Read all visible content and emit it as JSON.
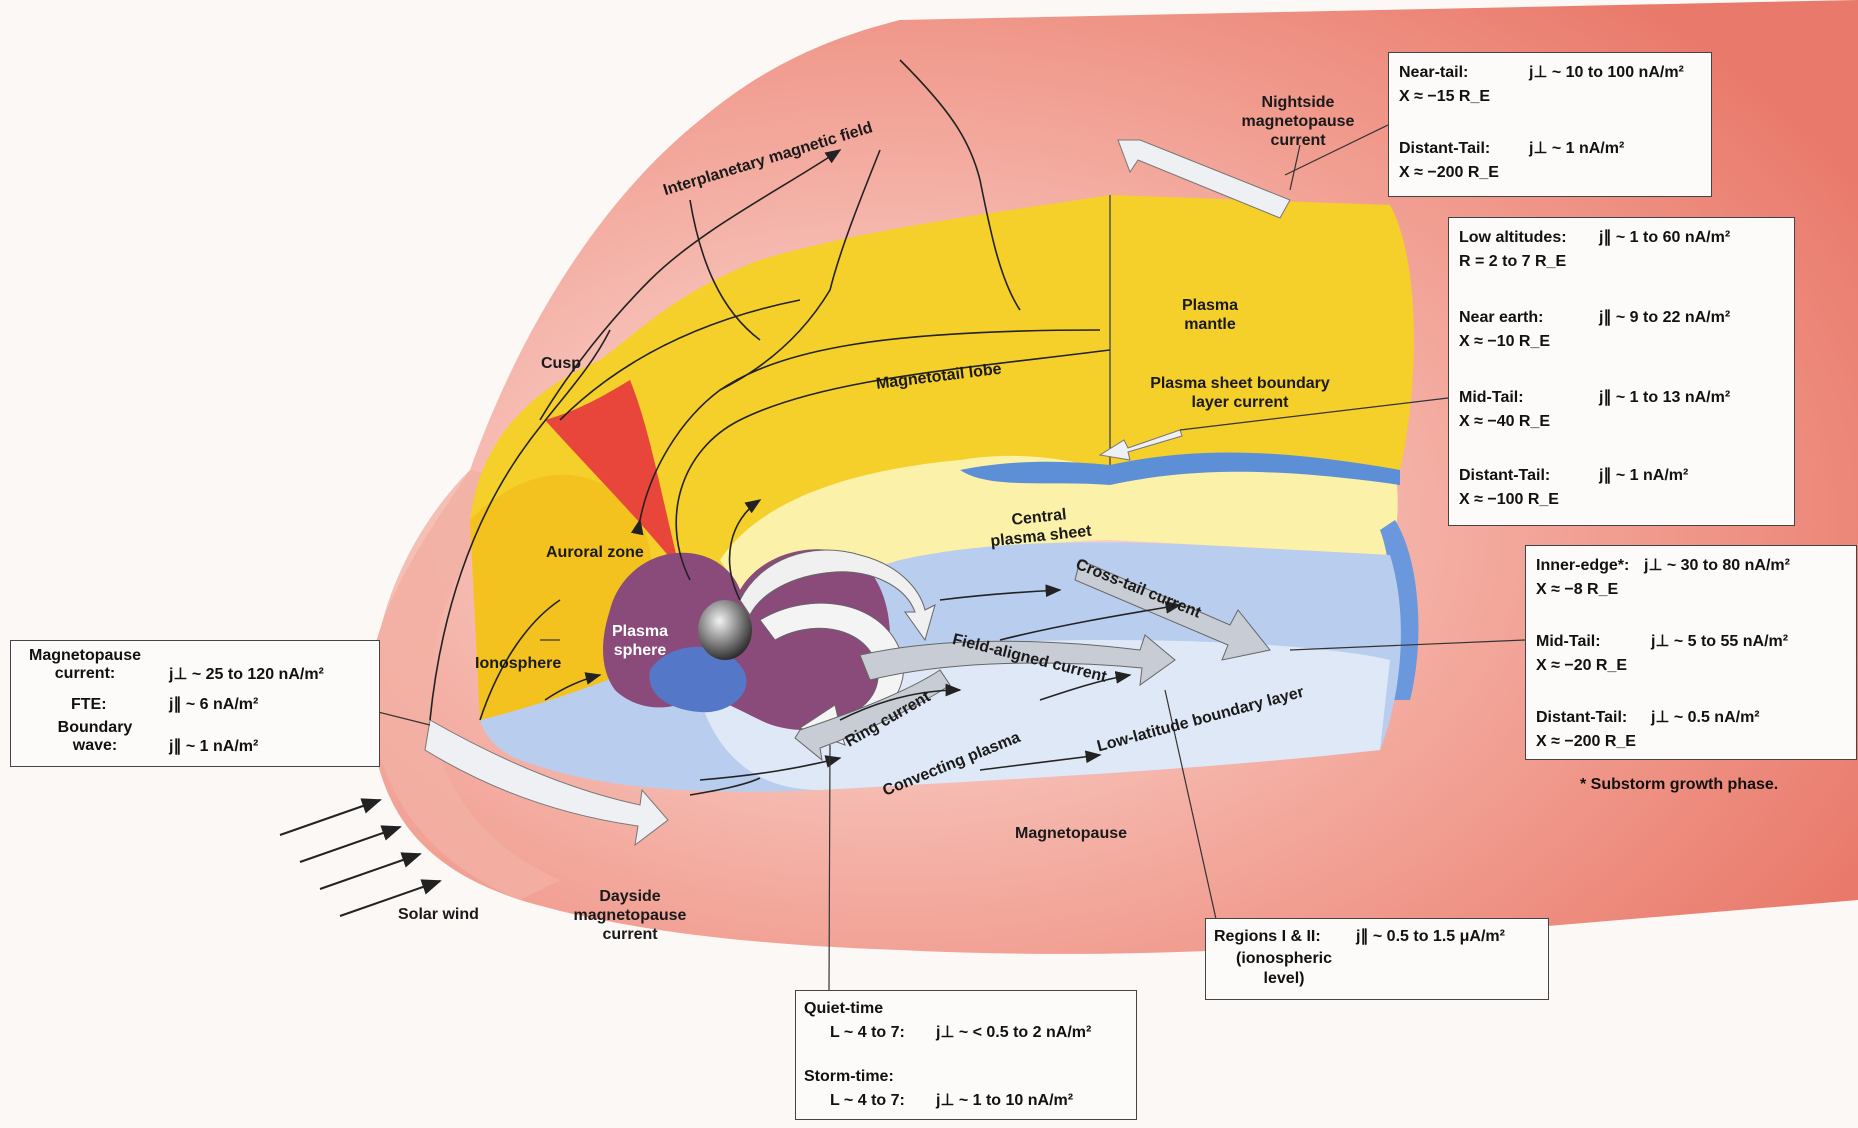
{
  "labels": {
    "imf": "Interplanetary magnetic field",
    "nightside_mp_current": [
      "Nightside",
      "magnetopause",
      "current"
    ],
    "cusp": "Cusp",
    "magnetotail_lobe": "Magnetotail lobe",
    "plasma_mantle": [
      "Plasma",
      "mantle"
    ],
    "psbl_current": [
      "Plasma sheet boundary",
      "layer current"
    ],
    "central_plasma_sheet": [
      "Central",
      "plasma sheet"
    ],
    "auroral_zone": "Auroral zone",
    "plasma_sphere": [
      "Plasma",
      "sphere"
    ],
    "ionosphere": "Ionosphere",
    "cross_tail_current": "Cross-tail current",
    "field_aligned_current": "Field-aligned current",
    "ring_current": "Ring current",
    "convecting_plasma": "Convecting plasma",
    "llbl": "Low-latitude boundary layer",
    "magnetopause": "Magnetopause",
    "solar_wind": "Solar wind",
    "dayside_mp_current": [
      "Dayside",
      "magnetopause",
      "current"
    ]
  },
  "boxes": {
    "tail_mp": {
      "near_tail": "Near-tail:",
      "near_tail_val": "j⊥ ~ 10 to 100 nA/m²",
      "near_tail_x": "X ≈ −15 R_E",
      "distant_tail": "Distant-Tail:",
      "distant_tail_val": "j⊥ ~ 1 nA/m²",
      "distant_tail_x": "X ≈ −200 R_E"
    },
    "psbl": {
      "low_alt": "Low altitudes:",
      "low_alt_val": "j∥ ~ 1 to 60 nA/m²",
      "low_alt_r": "R = 2 to 7 R_E",
      "near_earth": "Near earth:",
      "near_earth_val": "j∥ ~ 9 to 22 nA/m²",
      "near_earth_x": "X ≈ −10 R_E",
      "mid_tail": "Mid-Tail:",
      "mid_tail_val": "j∥ ~ 1 to 13 nA/m²",
      "mid_tail_x": "X ≈ −40 R_E",
      "distant_tail": "Distant-Tail:",
      "distant_tail_val": "j∥ ~ 1 nA/m²",
      "distant_tail_x": "X ≈ −100 R_E"
    },
    "cross_tail": {
      "inner_edge": "Inner-edge*:",
      "inner_edge_val": "j⊥ ~ 30 to 80 nA/m²",
      "inner_edge_x": "X ≈ −8 R_E",
      "mid_tail": "Mid-Tail:",
      "mid_tail_val": "j⊥ ~ 5 to 55 nA/m²",
      "mid_tail_x": "X ≈ −20 R_E",
      "distant_tail": "Distant-Tail:",
      "distant_tail_val": "j⊥ ~ 0.5 nA/m²",
      "distant_tail_x": "X ≈ −200 R_E",
      "footnote": "* Substorm growth phase."
    },
    "dayside": {
      "mp_current": [
        "Magnetopause",
        "current:"
      ],
      "mp_current_val": "j⊥ ~ 25 to 120 nA/m²",
      "fte": "FTE:",
      "fte_val": "j∥ ~ 6 nA/m²",
      "boundary_wave": [
        "Boundary",
        "wave:"
      ],
      "boundary_wave_val": "j∥ ~ 1 nA/m²"
    },
    "regions": {
      "title": "Regions I & II:",
      "val": "j∥ ~ 0.5 to 1.5 μA/m²",
      "sub": [
        "(ionospheric",
        "level)"
      ]
    },
    "ring": {
      "quiet": "Quiet-time",
      "quiet_l": "L ~ 4 to 7:",
      "quiet_val": "j⊥ ~ < 0.5 to 2 nA/m²",
      "storm": "Storm-time:",
      "storm_l": "L ~ 4 to 7:",
      "storm_val": "j⊥ ~ 1 to 10 nA/m²"
    }
  },
  "colors": {
    "magnetosheath": "#ef9a8e",
    "lobe": "#f5cf2a",
    "plasma_sheet": "#fbf1a8",
    "boundary_blue": "#5c8fd6",
    "equatorial": "#b9cdee",
    "plasmasphere": "#8a4a7a",
    "cusp": "#e8453b"
  }
}
